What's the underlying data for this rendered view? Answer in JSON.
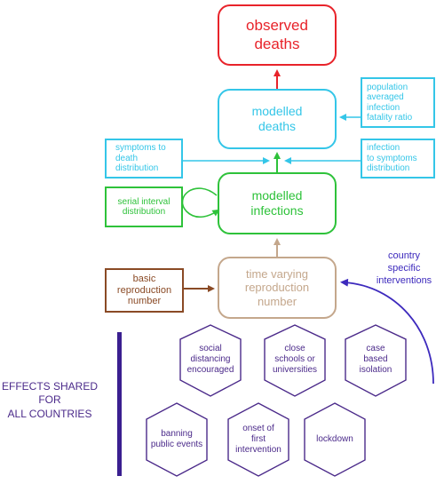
{
  "colors": {
    "observed": "#e8232a",
    "modelled_deaths": "#34c6e8",
    "infections": "#2ec23a",
    "time_varying": "#c4a78c",
    "basic": "#8a4a25",
    "purple": "#4b2a8a",
    "purple_bar": "#3a1f90",
    "interventions_text": "#3d2abd"
  },
  "nodes": {
    "observed_deaths": "observed\ndeaths",
    "modelled_deaths": "modelled\ndeaths",
    "modelled_infections": "modelled\ninfections",
    "time_varying": "time varying\nreproduction\nnumber",
    "basic_reproduction": "basic\nreproduction\nnumber",
    "population_ifr": "population\naveraged\ninfection\nfatality ratio",
    "symptoms_to_death": "symptoms to\ndeath\ndistribution",
    "infection_to_symptoms": "infection\nto symptoms\ndistribution",
    "serial_interval": "serial interval\ndistribution",
    "country_interventions": "country\nspecific\ninterventions"
  },
  "effects_shared": "EFFECTS SHARED\nFOR\nALL COUNTRIES",
  "interventions": [
    "social\ndistancing\nencouraged",
    "close\nschools or\nuniversities",
    "case\nbased\nisolation",
    "banning\npublic events",
    "onset of\nfirst\nintervention",
    "lockdown"
  ]
}
